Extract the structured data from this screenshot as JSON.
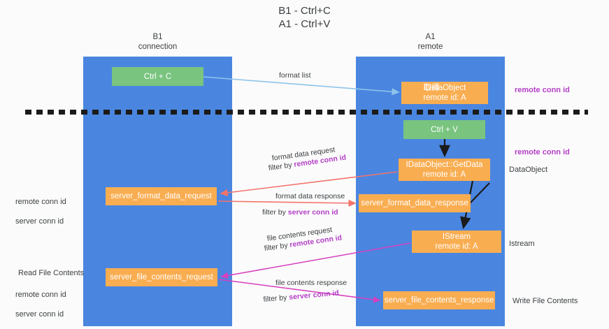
{
  "title": "B1 - Ctrl+C\nA1 - Ctrl+V",
  "columns": {
    "b1": {
      "heading": "B1\nconnection"
    },
    "a1": {
      "heading": "A1\nremote"
    }
  },
  "boxes": {
    "ctrl_c": "Ctrl + C",
    "get_idataobject_overlay": "取得",
    "get_idataobject": "IDataObject\nremote id: A",
    "ctrl_v": "Ctrl + V",
    "getdata": "IDataObject::GetData\nremote id: A",
    "server_format_data_request": "server_format_data_request",
    "server_format_data_response": "server_format_data_response",
    "istream": "IStream\nremote id: A",
    "server_file_contents_request": "server_file_contents_request",
    "server_file_contents_response": "server_file_contents_response"
  },
  "notes": {
    "remote_conn_id_top": "remote conn id",
    "remote_conn_id_mid": "remote conn id",
    "dataobject": "DataObject",
    "istream": "Istream",
    "write_file_contents": "Write File Contents",
    "read_file_contents": "Read File Contents",
    "remote_conn_id": "remote conn id",
    "server_conn_id": "server conn id"
  },
  "path_labels": {
    "format_list": "format list",
    "format_data_request": "format data request",
    "filter_by_prefix": "filter by ",
    "remote_conn_id": "remote conn id",
    "server_conn_id": "server conn id",
    "format_data_response": "format data response",
    "file_contents_request": "file contents request",
    "file_contents_response": "file contents response"
  },
  "colors": {
    "column_blue": "#4a86e0",
    "box_green": "#79c47f",
    "box_orange": "#f9ad51",
    "purple": "#b33fc6",
    "green_text": "#3c9c48",
    "arrow_lightblue": "#8fc4ea",
    "arrow_red": "#f4736b",
    "arrow_magenta": "#d63fc0",
    "arrow_black": "#1b1b1b"
  }
}
